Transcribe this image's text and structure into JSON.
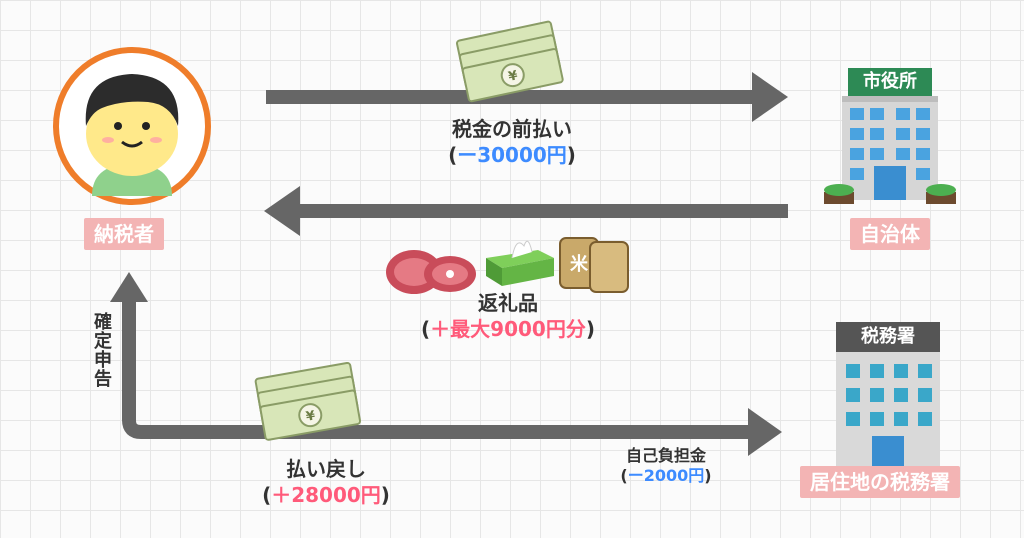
{
  "nodes": {
    "taxpayer": "納税者",
    "municipality": "自治体",
    "tax_office": "居住地の税務署",
    "city_hall_sign": "市役所",
    "tax_office_sign": "税務署"
  },
  "flows": {
    "prepay": {
      "title": "税金の前払い",
      "open": "(",
      "amount": "ー30000円",
      "close": ")"
    },
    "gift": {
      "title": "返礼品",
      "open": "(",
      "amount": "＋最大9000円分",
      "close": ")"
    },
    "declaration": "確定申告",
    "refund": {
      "title": "払い戻し",
      "open": "(",
      "amount": "＋28000円",
      "close": ")"
    },
    "self_burden": {
      "title": "自己負担金",
      "open": "(",
      "amount": "ー2000円",
      "close": ")"
    }
  },
  "icons": {
    "money": "money-stack-icon",
    "yen_symbol": "¥",
    "rice_label": "米"
  },
  "colors": {
    "arrow": "#666666",
    "tag_bg": "#f3b4b4",
    "minus": "#3d8bff",
    "plus": "#ff5a7a"
  }
}
